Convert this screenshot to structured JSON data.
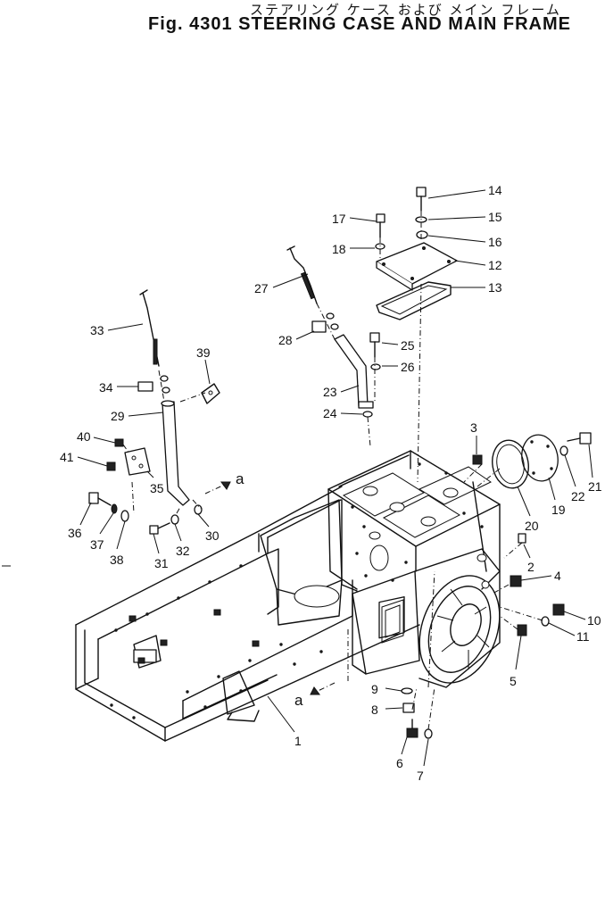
{
  "title": {
    "japanese": "ステアリング ケース および メイン フレーム",
    "english": "Fig. 4301 STEERING CASE AND MAIN FRAME"
  },
  "view_marks": [
    "a",
    "a"
  ],
  "parts": [
    {
      "no": "1"
    },
    {
      "no": "2"
    },
    {
      "no": "3"
    },
    {
      "no": "4"
    },
    {
      "no": "5"
    },
    {
      "no": "6"
    },
    {
      "no": "7"
    },
    {
      "no": "8"
    },
    {
      "no": "9"
    },
    {
      "no": "10"
    },
    {
      "no": "11"
    },
    {
      "no": "12"
    },
    {
      "no": "13"
    },
    {
      "no": "14"
    },
    {
      "no": "15"
    },
    {
      "no": "16"
    },
    {
      "no": "17"
    },
    {
      "no": "18"
    },
    {
      "no": "19"
    },
    {
      "no": "20"
    },
    {
      "no": "21"
    },
    {
      "no": "22"
    },
    {
      "no": "23"
    },
    {
      "no": "24"
    },
    {
      "no": "25"
    },
    {
      "no": "26"
    },
    {
      "no": "27"
    },
    {
      "no": "28"
    },
    {
      "no": "29"
    },
    {
      "no": "30"
    },
    {
      "no": "31"
    },
    {
      "no": "32"
    },
    {
      "no": "33"
    },
    {
      "no": "34"
    },
    {
      "no": "35"
    },
    {
      "no": "36"
    },
    {
      "no": "37"
    },
    {
      "no": "38"
    },
    {
      "no": "39"
    },
    {
      "no": "40"
    },
    {
      "no": "41"
    }
  ]
}
